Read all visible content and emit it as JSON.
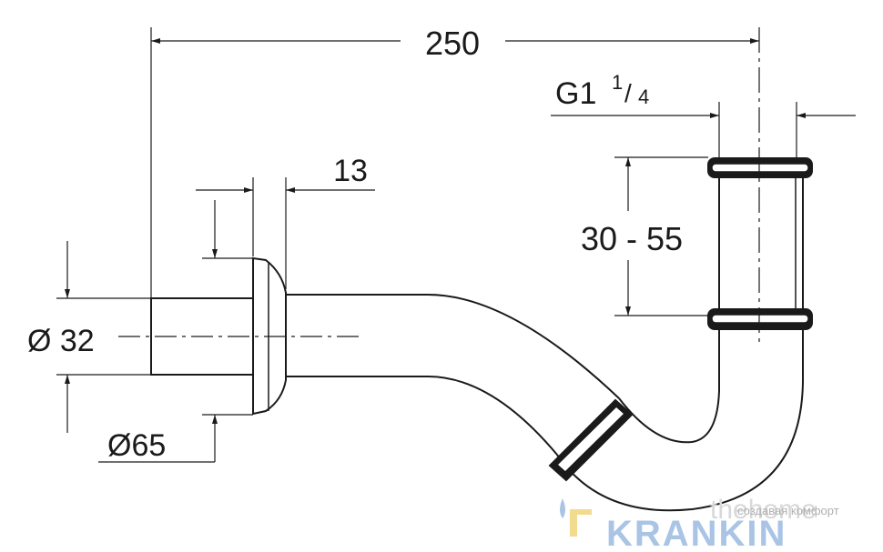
{
  "dimensions": {
    "overall_length": "250",
    "thread_main": "G1",
    "thread_num": "1",
    "thread_slash": "/",
    "thread_den": "4",
    "height_range": "30 - 55",
    "flange_thickness": "13",
    "pipe_diameter": "Ø 32",
    "rosette_diameter": "Ø65"
  },
  "watermark": {
    "brand": "KRANKIN",
    "faint_text": "thehome",
    "tagline": "создавая комфорт"
  },
  "colors": {
    "line": "#1a1a1a",
    "watermark_blue": "#a9c4e4",
    "watermark_yellow": "#f0d57a",
    "watermark_gray": "#d8d8d8"
  }
}
